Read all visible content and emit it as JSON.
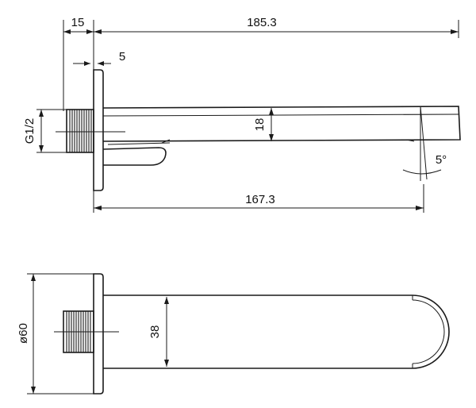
{
  "drawing": {
    "top_view": {
      "overall_length": "185.3",
      "flange_to_wall": "15",
      "flange_thickness": "5",
      "spout_height": "18",
      "thread": "G1/2",
      "tilt_angle": "5°",
      "spout_length": "167.3"
    },
    "bottom_view": {
      "flange_diameter": "ø60",
      "spout_width": "38"
    }
  }
}
